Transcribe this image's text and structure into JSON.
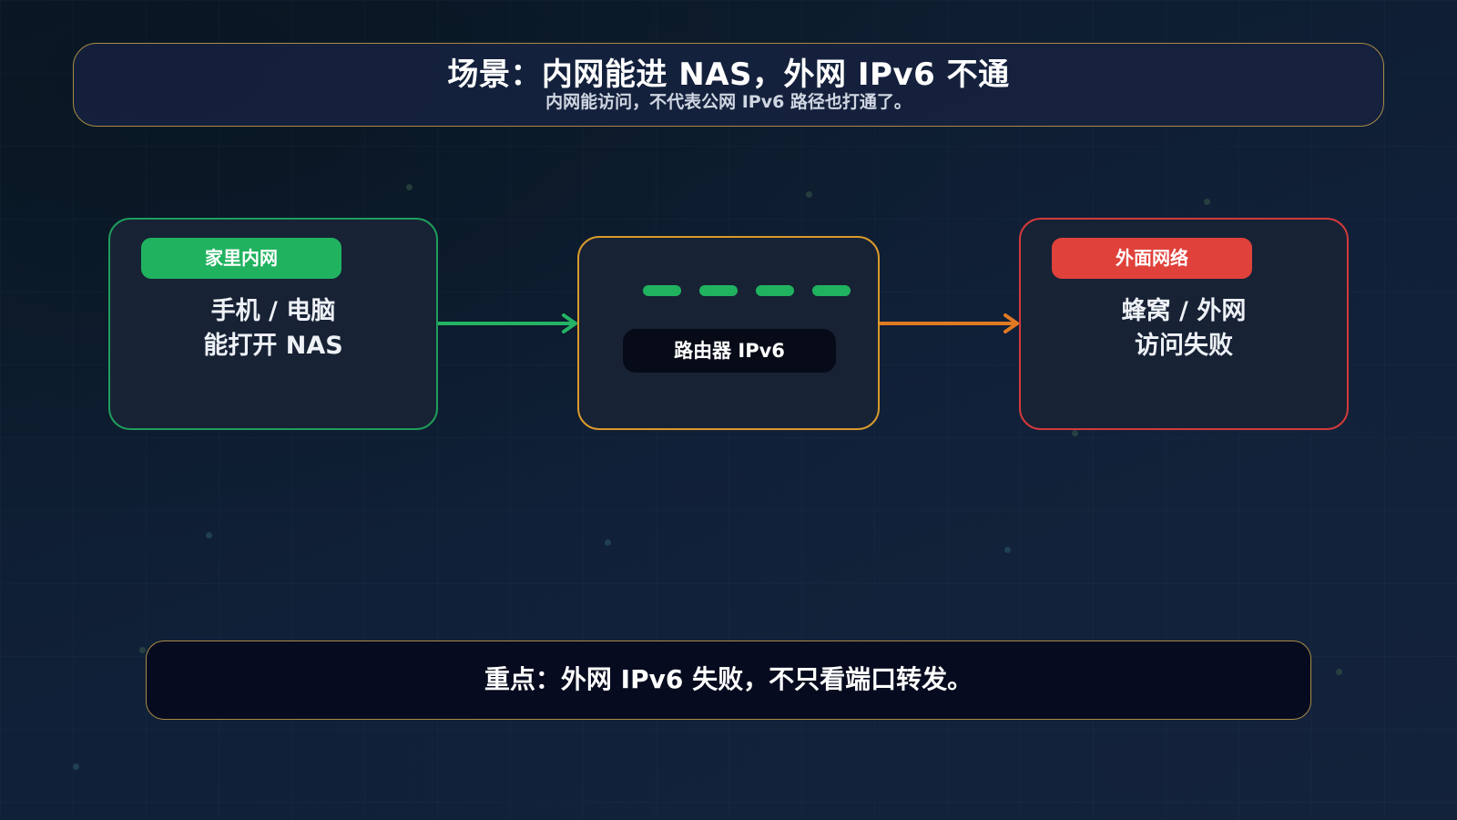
{
  "header": {
    "title": "场景：内网能进 NAS，外网 IPv6 不通",
    "subtitle": "内网能访问，不代表公网 IPv6 路径也打通了。"
  },
  "nodes": {
    "home": {
      "badge": "家里内网",
      "line1": "手机 / 电脑",
      "line2": "能打开 NAS",
      "color": "#1f9d5b"
    },
    "router": {
      "label": "路由器 IPv6",
      "color": "#d99a2b",
      "indicator_color": "#20b25f"
    },
    "outside": {
      "badge": "外面网络",
      "line1": "蜂窝 / 外网",
      "line2": "访问失败",
      "color": "#d33a3a"
    }
  },
  "edges": [
    {
      "from": "home",
      "to": "router",
      "color": "#25b364"
    },
    {
      "from": "router",
      "to": "outside",
      "color": "#e07a22"
    }
  ],
  "footer": {
    "note": "重点：外网 IPv6 失败，不只看端口转发。"
  }
}
